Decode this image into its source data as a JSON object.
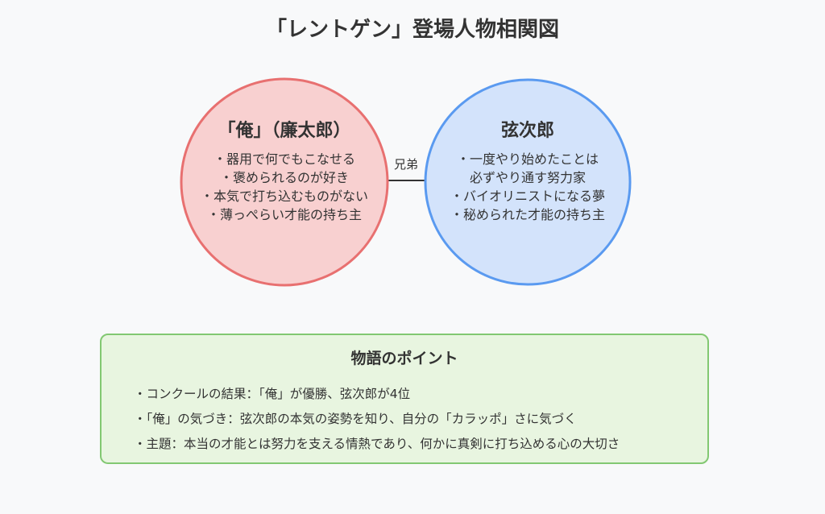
{
  "title": "「レントゲン」登場人物相関図",
  "colors": {
    "left_fill": "#f8d0d0",
    "left_stroke": "#e87070",
    "right_fill": "#d3e3fb",
    "right_stroke": "#5a9af0",
    "box_fill": "#e8f5e0",
    "box_stroke": "#82c872",
    "link": "#333333"
  },
  "characters": {
    "left": {
      "name": "「俺」（廉太郎）",
      "traits": [
        "・器用で何でもこなせる",
        "・褒められるのが好き",
        "・本気で打ち込むものがない",
        "・薄っぺらい才能の持ち主"
      ]
    },
    "right": {
      "name": "弦次郎",
      "traits": [
        "・一度やり始めたことは",
        "必ずやり通す努力家",
        "・バイオリニストになる夢",
        "・秘められた才能の持ち主"
      ]
    }
  },
  "relation": "兄弟",
  "points": {
    "title": "物語のポイント",
    "items": [
      "・コンクールの結果：「俺」が優勝、弦次郎が4位",
      "・「俺」の気づき：弦次郎の本気の姿勢を知り、自分の「カラッポ」さに気づく",
      "・主題：本当の才能とは努力を支える情熱であり、何かに真剣に打ち込める心の大切さ"
    ]
  }
}
